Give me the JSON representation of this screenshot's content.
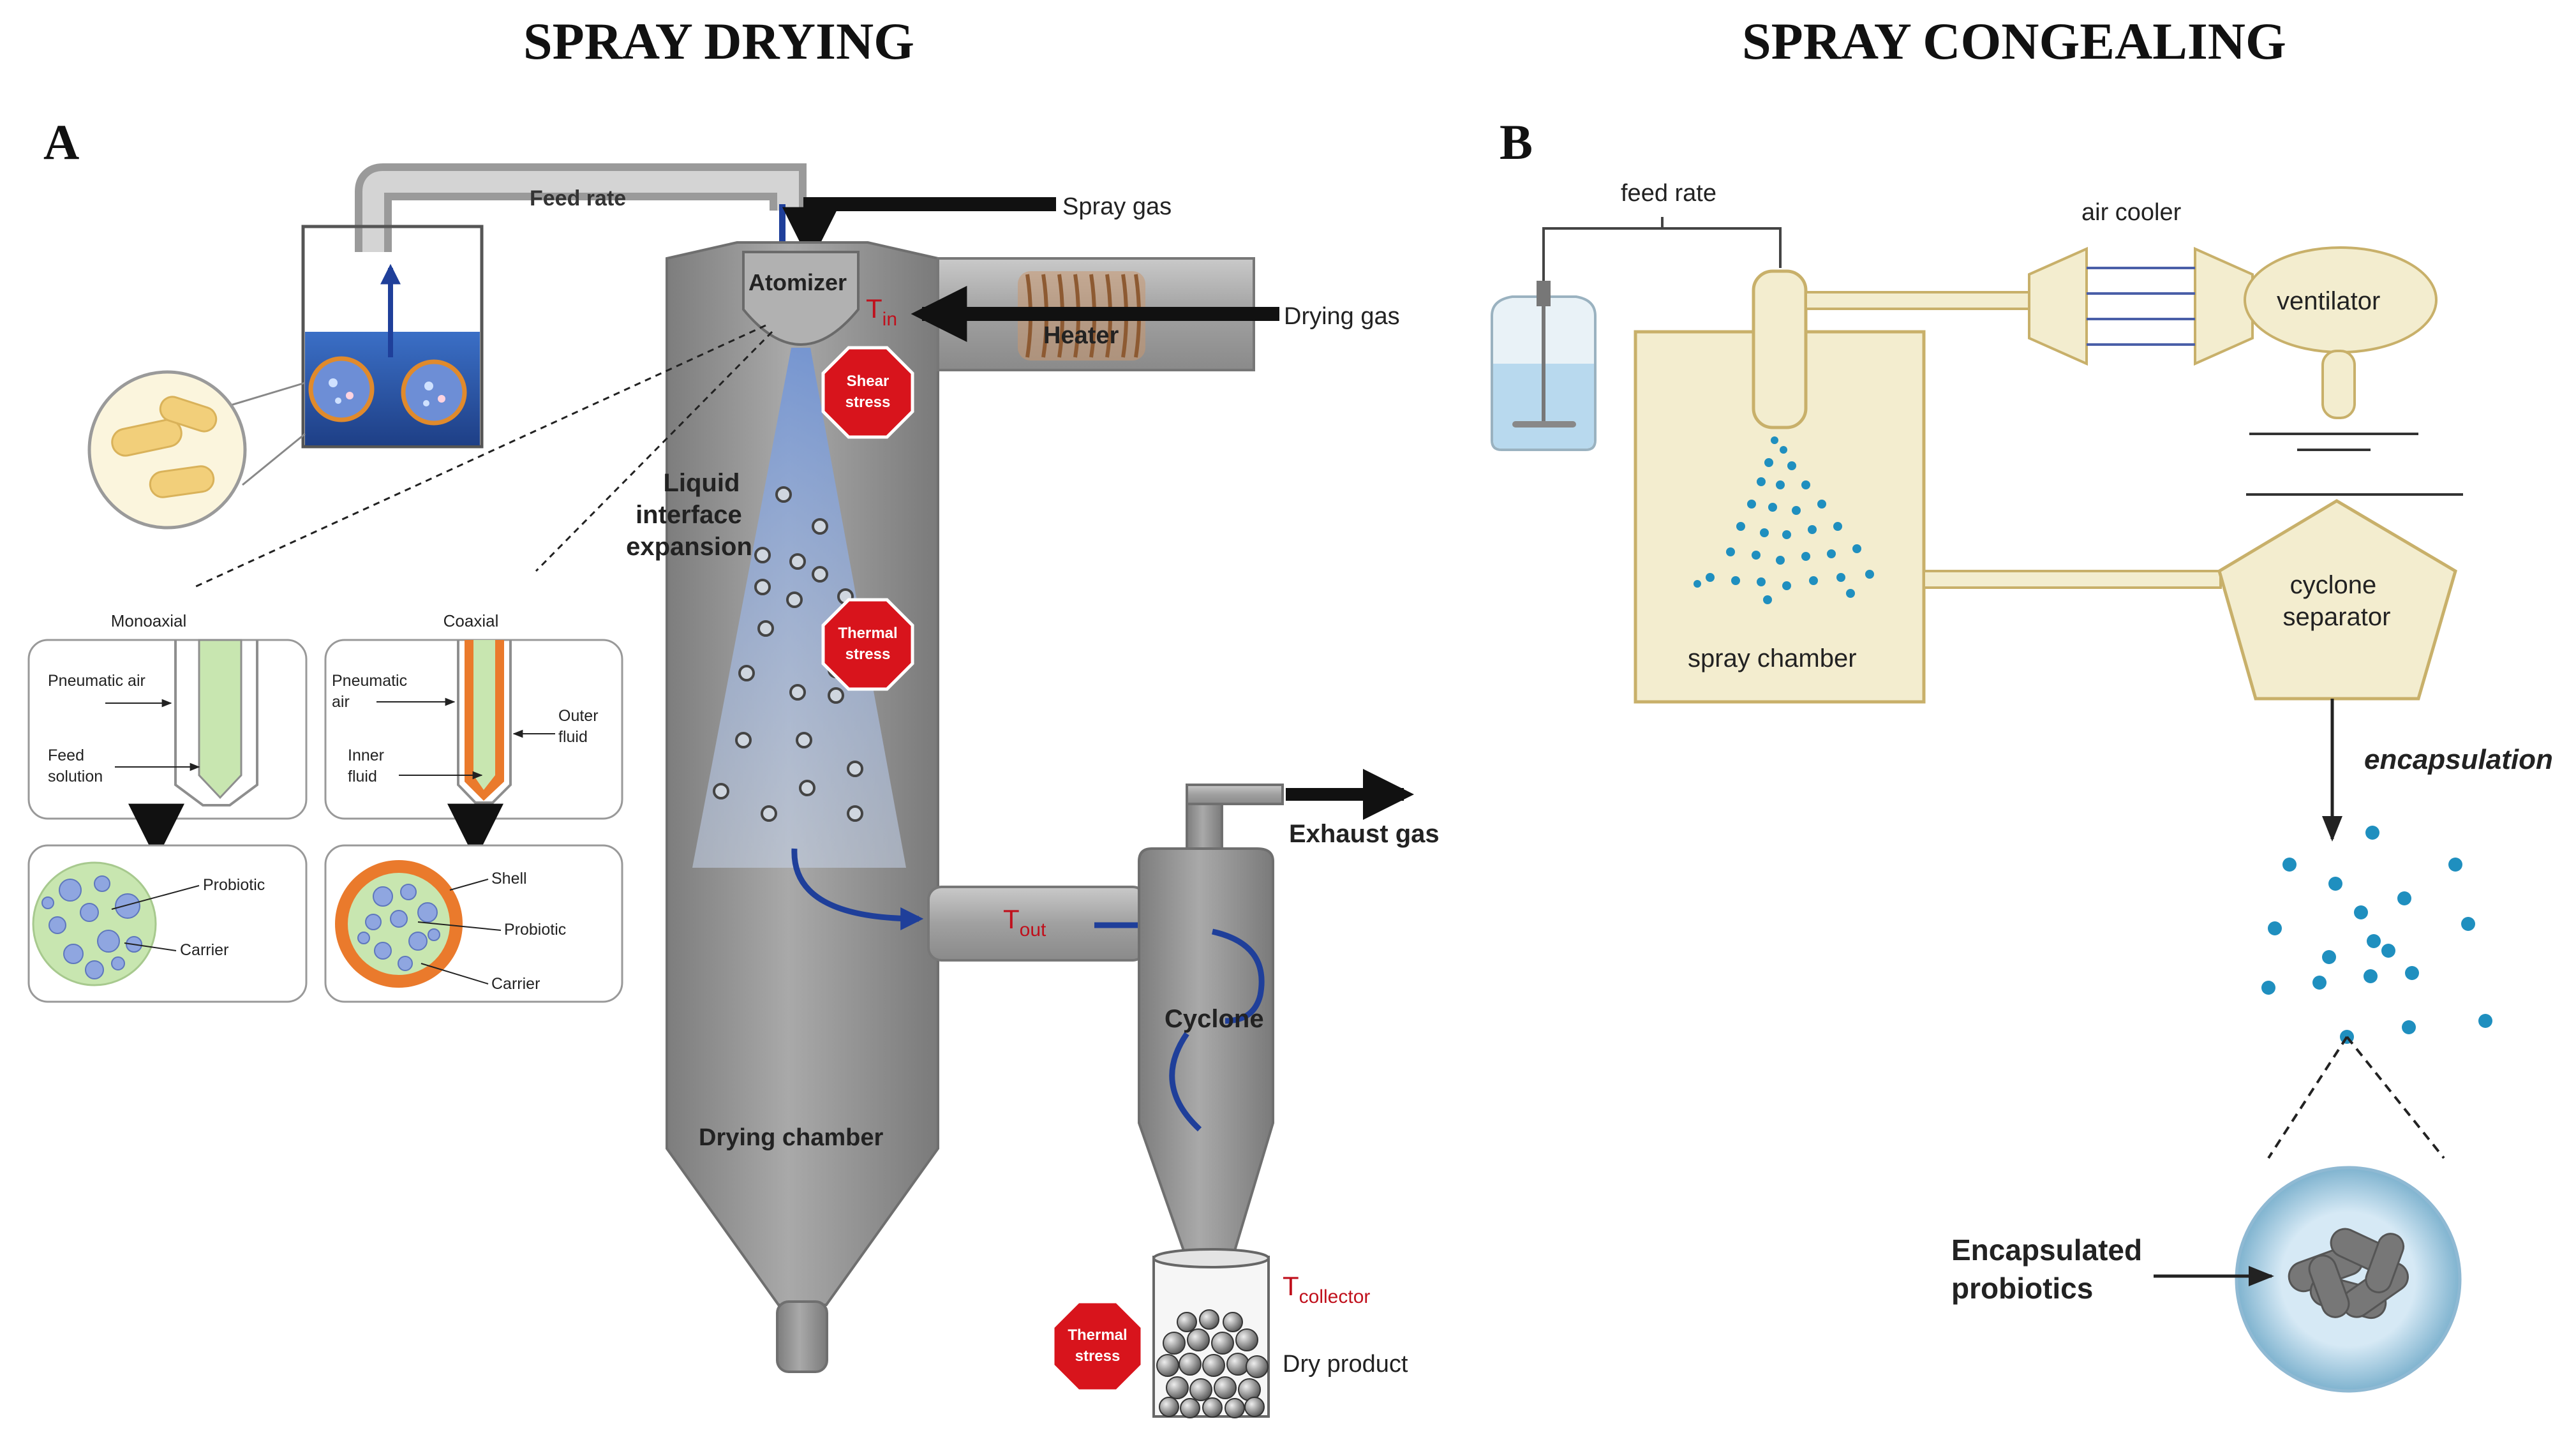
{
  "titles": {
    "spray_drying": "SPRAY DRYING",
    "spray_congealing": "SPRAY CONGEALING"
  },
  "panels": {
    "a": "A",
    "b": "B"
  },
  "spray_drying": {
    "feed_rate": "Feed rate",
    "spray_gas": "Spray gas",
    "atomizer": "Atomizer",
    "t_in": "T",
    "t_in_sub": "in",
    "drying_gas": "Drying gas",
    "heater": "Heater",
    "shear_stress": [
      "Shear",
      "stress"
    ],
    "thermal_stress": [
      "Thermal",
      "stress"
    ],
    "liquid_interface": [
      "Liquid",
      "interface",
      "expansion"
    ],
    "t_out": "T",
    "t_out_sub": "out",
    "exhaust_gas": "Exhaust gas",
    "cyclone": "Cyclone",
    "drying_chamber": "Drying chamber",
    "t_collector": "T",
    "t_collector_sub": "collector",
    "dry_product": "Dry product",
    "monoaxial": {
      "title": "Monoaxial",
      "pneumatic_air": "Pneumatic air",
      "feed_solution": [
        "Feed",
        "solution"
      ],
      "probiotic": "Probiotic",
      "carrier": "Carrier"
    },
    "coaxial": {
      "title": "Coaxial",
      "pneumatic_air": [
        "Pneumatic",
        "air"
      ],
      "inner_fluid": [
        "Inner",
        "fluid"
      ],
      "outer_fluid": [
        "Outer",
        "fluid"
      ],
      "shell": "Shell",
      "probiotic": "Probiotic",
      "carrier": "Carrier"
    }
  },
  "spray_congealing": {
    "feed_rate": "feed rate",
    "air_cooler": "air cooler",
    "ventilator": "ventilator",
    "spray_chamber": "spray chamber",
    "cyclone_separator": [
      "cyclone",
      "separator"
    ],
    "encapsulation": "encapsulation",
    "encapsulated_probiotics": [
      "Encapsulated",
      "probiotics"
    ]
  },
  "colors": {
    "stop_sign": "#d8141c",
    "temperature_label": "#c0101c",
    "chamber_gray": "#8c8c8c",
    "flow_blue": "#1f3f9a",
    "particle_teal": "#1f8fbf",
    "congealing_panel": "#f3edcf",
    "green_fluid": "#c8e6b0",
    "orange_shell": "#ea7a2c"
  }
}
